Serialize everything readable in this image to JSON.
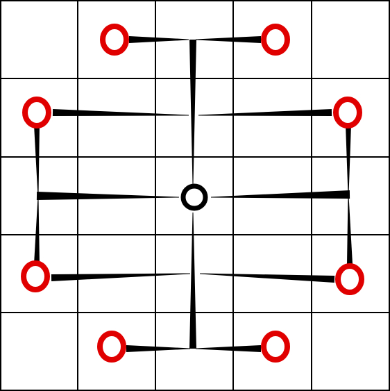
{
  "diagram": {
    "type": "grid-node-link",
    "grid": {
      "rows": 5,
      "cols": 5,
      "line_color": "#000000",
      "background": "#ffffff"
    },
    "colors": {
      "center_node": "#000000",
      "outer_node": "#e00000",
      "edge": "#000000",
      "node_fill": "#ffffff"
    },
    "center_node": {
      "name": "center-node",
      "shape": "ring",
      "color": "#000000"
    },
    "outer_nodes": [
      {
        "name": "node-top-left",
        "shape": "ring",
        "color": "#e00000"
      },
      {
        "name": "node-top-right",
        "shape": "ring",
        "color": "#e00000"
      },
      {
        "name": "node-upper-left",
        "shape": "ring",
        "color": "#e00000"
      },
      {
        "name": "node-upper-right",
        "shape": "ring",
        "color": "#e00000"
      },
      {
        "name": "node-lower-left",
        "shape": "ring",
        "color": "#e00000"
      },
      {
        "name": "node-lower-right",
        "shape": "ring",
        "color": "#e00000"
      },
      {
        "name": "node-bottom-left",
        "shape": "ring",
        "color": "#e00000"
      },
      {
        "name": "node-bottom-right",
        "shape": "ring",
        "color": "#e00000"
      }
    ],
    "edges": [
      {
        "name": "edge-top-left",
        "style": "tapered-wedge"
      },
      {
        "name": "edge-top-right",
        "style": "tapered-wedge"
      },
      {
        "name": "edge-top-vertical",
        "style": "tapered-wedge"
      },
      {
        "name": "edge-upper-left",
        "style": "tapered-wedge"
      },
      {
        "name": "edge-upper-right",
        "style": "tapered-wedge"
      },
      {
        "name": "edge-middle-left",
        "style": "tapered-wedge"
      },
      {
        "name": "edge-middle-right",
        "style": "tapered-wedge"
      },
      {
        "name": "edge-lower-left",
        "style": "tapered-wedge"
      },
      {
        "name": "edge-lower-right",
        "style": "tapered-wedge"
      },
      {
        "name": "edge-bottom-vertical",
        "style": "tapered-wedge"
      },
      {
        "name": "edge-bottom-left",
        "style": "tapered-wedge"
      },
      {
        "name": "edge-bottom-right",
        "style": "tapered-wedge"
      },
      {
        "name": "edge-left-upper-side",
        "style": "tapered-wedge"
      },
      {
        "name": "edge-left-lower-side",
        "style": "tapered-wedge"
      },
      {
        "name": "edge-right-upper-side",
        "style": "tapered-wedge"
      },
      {
        "name": "edge-right-lower-side",
        "style": "tapered-wedge"
      }
    ]
  }
}
